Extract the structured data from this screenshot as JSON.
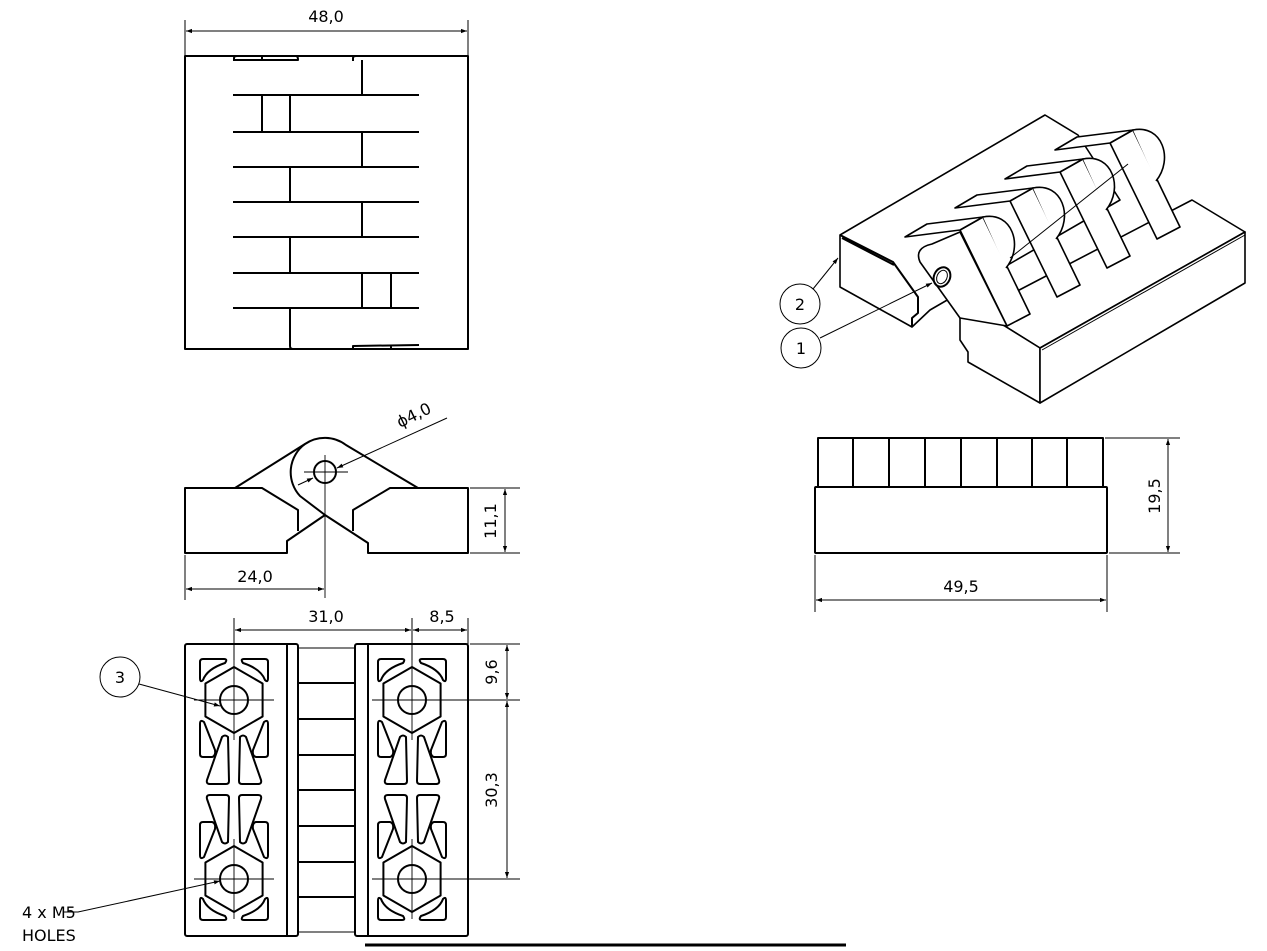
{
  "drawing": {
    "top_view": {
      "width_dim": "48,0"
    },
    "side_view": {
      "hole_dim": "ϕ4,0",
      "height_dim": "11,1",
      "pivot_dim": "24,0"
    },
    "bottom_view": {
      "spacing_dim": "31,0",
      "edge_dim": "8,5",
      "top_offset_dim": "9,6",
      "hole_pitch_dim": "30,3",
      "note_line1": "4 x M5",
      "note_line2": "HOLES"
    },
    "end_view": {
      "height_dim": "19,5",
      "length_dim": "49,5"
    },
    "balloons": [
      "1",
      "2",
      "3"
    ]
  },
  "colors": {
    "line": "#000000",
    "background": "#ffffff"
  }
}
